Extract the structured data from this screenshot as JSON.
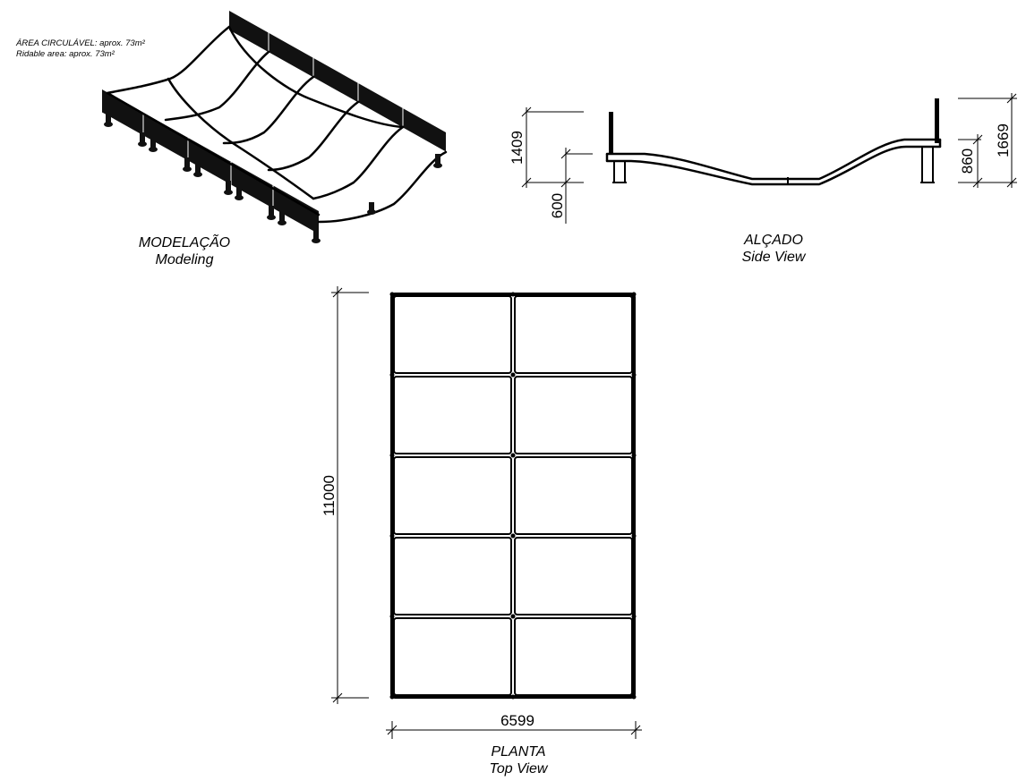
{
  "notes": {
    "area_pt": "ÁREA CIRCULÁVEL: aprox. 73m²",
    "area_en": "Ridable area: aprox. 73m²"
  },
  "modeling": {
    "title_pt": "MODELAÇÃO",
    "title_en": "Modeling"
  },
  "side_view": {
    "title_pt": "ALÇADO",
    "title_en": "Side View",
    "dims": {
      "left_height": "1409",
      "left_low": "600",
      "right_low": "860",
      "right_height": "1669"
    }
  },
  "top_view": {
    "title_pt": "PLANTA",
    "title_en": "Top View",
    "dims": {
      "length": "11000",
      "width": "6599"
    },
    "grid": {
      "rows": 5,
      "cols": 2
    }
  }
}
